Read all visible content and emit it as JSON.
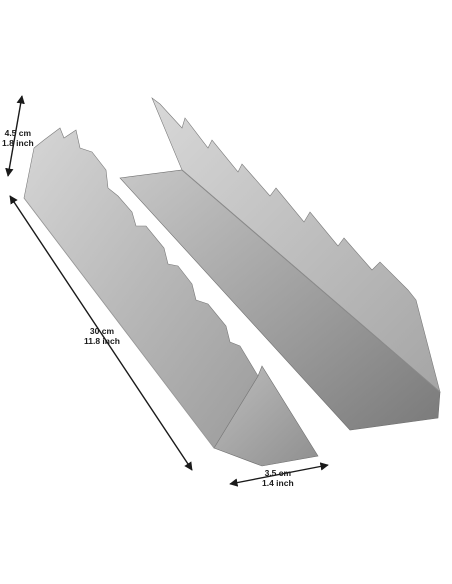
{
  "dimensions": {
    "height": {
      "metric": "4.5 cm",
      "imperial": "1.8 inch"
    },
    "length": {
      "metric": "30 cm",
      "imperial": "11.8 inch"
    },
    "width": {
      "metric": "3.5 cm",
      "imperial": "1.4 inch"
    }
  },
  "colors": {
    "steel_light": "#c9c9c9",
    "steel_mid": "#a9a9a9",
    "steel_dark": "#7d7d7d",
    "arrow": "#1a1a1a"
  }
}
